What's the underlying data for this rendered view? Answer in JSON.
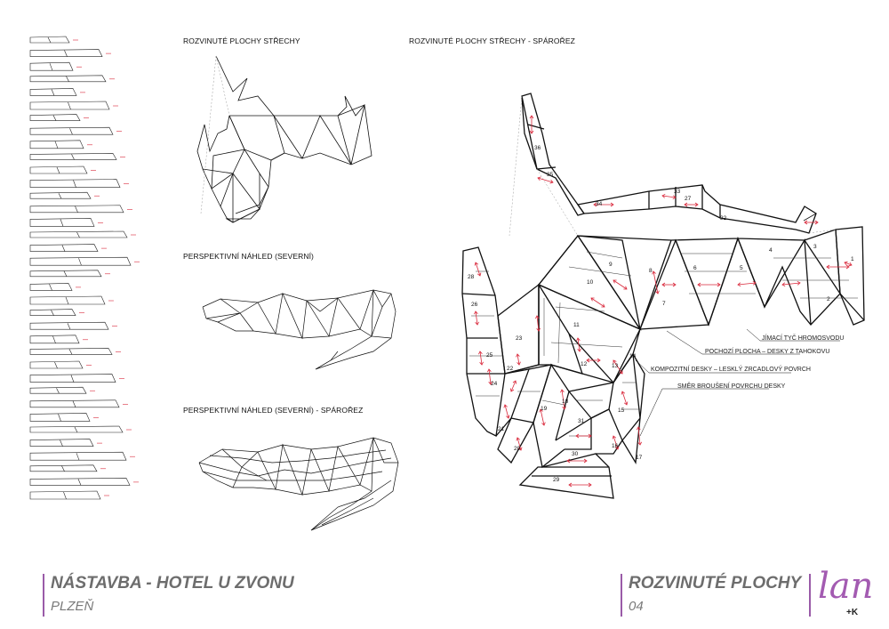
{
  "headings": {
    "roof_unfolded": "ROZVINUTÉ PLOCHY STŘECHY",
    "roof_unfolded_joints": "ROZVINUTÉ PLOCHY STŘECHY - SPÁROŘEZ",
    "perspective_north": "PERSPEKTIVNÍ NÁHLED  (SEVERNÍ)",
    "perspective_north_joints": "PERSPEKTIVNÍ NÁHLED  (SEVERNÍ) - SPÁROŘEZ"
  },
  "callouts": {
    "lightning_rod": "JÍMACÍ TYČ HROMOSVODU",
    "walkway": "POCHOZÍ PLOCHA – DESKY Z TAHOKOVU",
    "composite": "KOMPOZITNÍ DESKY – LESKLÝ ZRCADLOVÝ POVRCH",
    "grinding": "SMĚR BROUŠENÍ POVRCHU DESKY"
  },
  "panel_numbers": [
    "1",
    "2",
    "3",
    "4",
    "5",
    "6",
    "7",
    "8",
    "9",
    "10",
    "11",
    "12",
    "13",
    "14",
    "15",
    "16",
    "17",
    "18",
    "19",
    "20",
    "21",
    "22",
    "23",
    "24",
    "25",
    "26",
    "28",
    "29",
    "30",
    "31",
    "32",
    "33",
    "34",
    "35",
    "36",
    "27"
  ],
  "footer": {
    "project_title": "NÁSTAVBA - HOTEL U ZVONU",
    "city": "PLZEŇ",
    "sheet_title": "ROZVINUTÉ PLOCHY",
    "sheet_number": "04",
    "logo_mark": "lan",
    "logo_suffix": "+K"
  },
  "colors": {
    "accent": "#9a5ba8",
    "arrow": "#d9273a",
    "line": "#111111"
  }
}
